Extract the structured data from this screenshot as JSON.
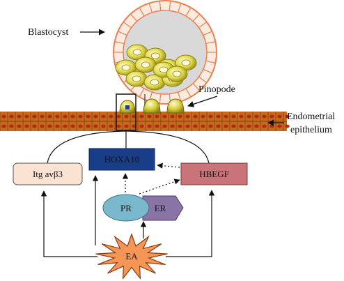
{
  "labels": {
    "blastocyst": "Blastocyst",
    "pinopode": "Pinopode",
    "endometrial_line1": "Endometrial",
    "endometrial_line2": "epithelium"
  },
  "nodes": {
    "itg": "Itg avβ3",
    "hoxa10": "HOXA10",
    "hbegf": "HBEGF",
    "pr": "PR",
    "er": "ER",
    "ea": "EA"
  },
  "colors": {
    "cell_wall": "#e8804f",
    "cell_fill": "#fbebe1",
    "inner_mass": "#d7d7d7",
    "embryo_cell": "#d8d24a",
    "epithelium": "#c46a1f",
    "nucleus": "#b32a10",
    "itg_fill": "#fbe3d4",
    "hoxa10_fill": "#183e8a",
    "hbegf_fill": "#c97478",
    "pr_fill": "#7ab8cd",
    "er_fill": "#8a74a6",
    "ea_fill": "#f59656"
  },
  "icons": [
    "blastocyst-cell",
    "pinopode-dome",
    "starburst"
  ]
}
